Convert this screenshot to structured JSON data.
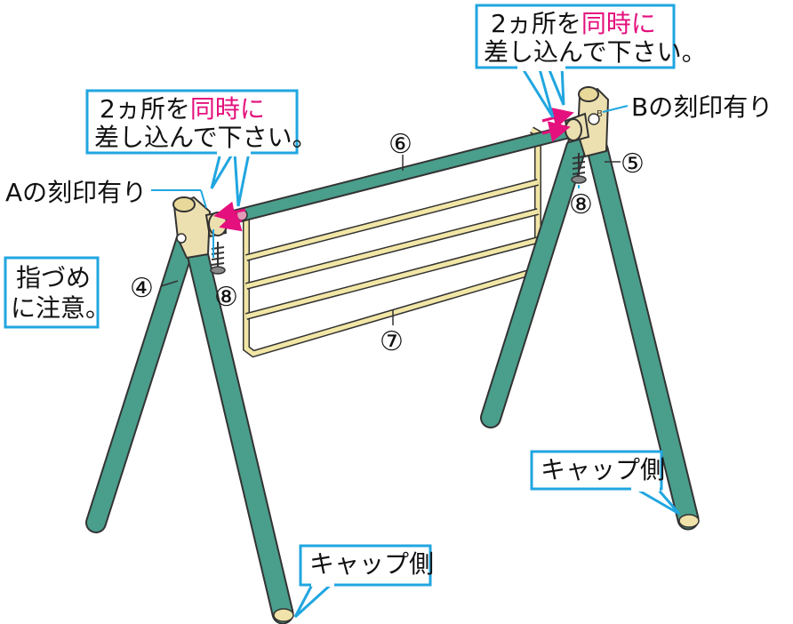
{
  "callout_left": {
    "line1_pre": "2ヵ所を",
    "line1_em": "同時に",
    "line2": "差し込んで下さい。"
  },
  "callout_right": {
    "line1_pre": "2ヵ所を",
    "line1_em": "同時に",
    "line2": "差し込んで下さい。"
  },
  "mark_a": "Aの刻印有り",
  "mark_b": "Bの刻印有り",
  "warning": {
    "line1": "指づめ",
    "line2": "に注意。"
  },
  "cap_side_right": "キャップ側",
  "cap_side_bottom": "キャップ側",
  "part_numbers": {
    "p4": "④",
    "p5": "⑤",
    "p6": "⑥",
    "p7": "⑦",
    "p8_left": "⑧",
    "p8_right": "⑧"
  },
  "joint_b_letter": "B",
  "colors": {
    "pipe": "#4a9e8c",
    "joint": "#ede0b0",
    "callout_border": "#20a6e0",
    "emphasis": "#e4107d"
  }
}
